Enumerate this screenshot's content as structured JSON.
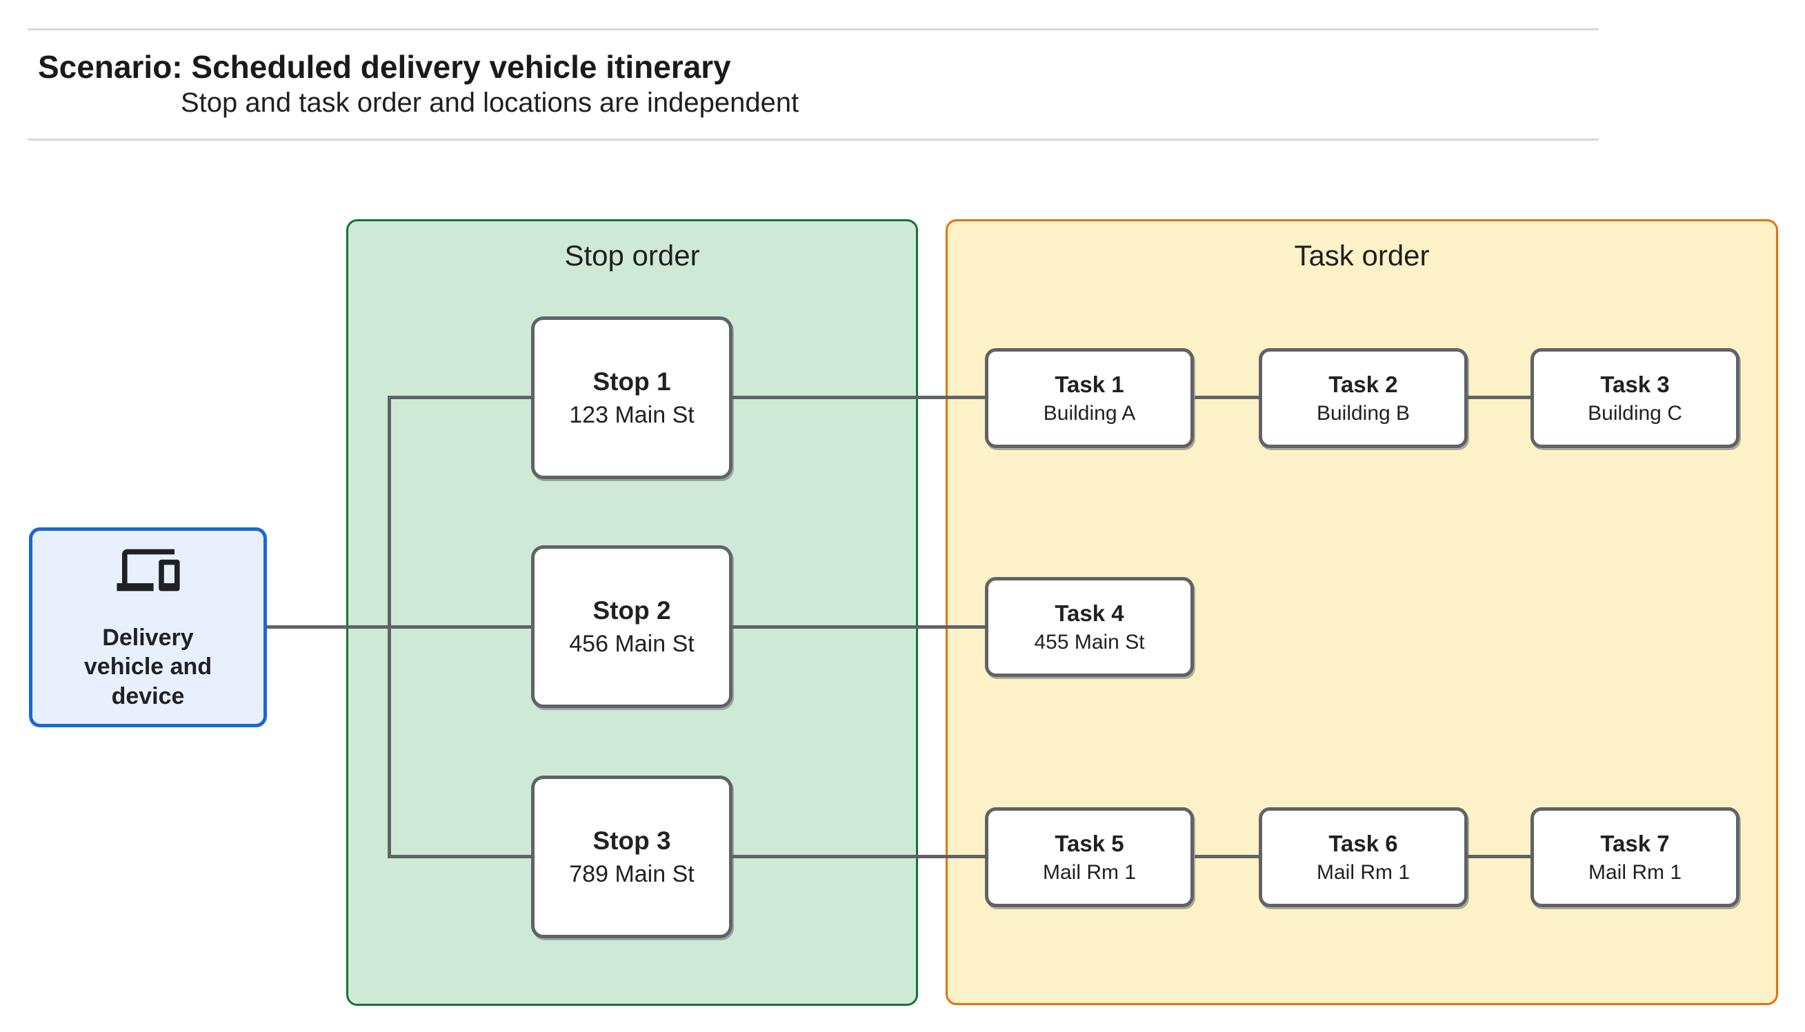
{
  "header": {
    "title": "Scenario: Scheduled delivery vehicle itinerary",
    "subtitle": "Stop and task order and locations are independent"
  },
  "source_node": {
    "label": "Delivery vehicle and device",
    "icon": "devices-icon"
  },
  "stop_panel": {
    "title": "Stop order",
    "stops": [
      {
        "title": "Stop 1",
        "location": "123 Main St"
      },
      {
        "title": "Stop 2",
        "location": "456 Main St"
      },
      {
        "title": "Stop 3",
        "location": "789 Main St"
      }
    ]
  },
  "task_panel": {
    "title": "Task order",
    "tasks": [
      {
        "title": "Task 1",
        "location": "Building A"
      },
      {
        "title": "Task 2",
        "location": "Building B"
      },
      {
        "title": "Task 3",
        "location": "Building C"
      },
      {
        "title": "Task 4",
        "location": "455 Main St"
      },
      {
        "title": "Task 5",
        "location": "Mail Rm 1"
      },
      {
        "title": "Task 6",
        "location": "Mail Rm 1"
      },
      {
        "title": "Task 7",
        "location": "Mail Rm 1"
      }
    ]
  },
  "edges": [
    {
      "from": "delivery-vehicle",
      "to": "stop-1"
    },
    {
      "from": "delivery-vehicle",
      "to": "stop-2"
    },
    {
      "from": "delivery-vehicle",
      "to": "stop-3"
    },
    {
      "from": "stop-1",
      "to": "task-1"
    },
    {
      "from": "task-1",
      "to": "task-2"
    },
    {
      "from": "task-2",
      "to": "task-3"
    },
    {
      "from": "stop-2",
      "to": "task-4"
    },
    {
      "from": "stop-3",
      "to": "task-5"
    },
    {
      "from": "task-5",
      "to": "task-6"
    },
    {
      "from": "task-6",
      "to": "task-7"
    }
  ],
  "colors": {
    "stop_panel_fill": "#ceead6",
    "stop_panel_border": "#137333",
    "task_panel_fill": "#fdf2c7",
    "task_panel_border": "#e8710a",
    "source_fill": "#e8f0fe",
    "source_border": "#1967d2",
    "connector": "#5f6368",
    "node_border": "#5f6368",
    "rule": "#d8d8d8"
  }
}
